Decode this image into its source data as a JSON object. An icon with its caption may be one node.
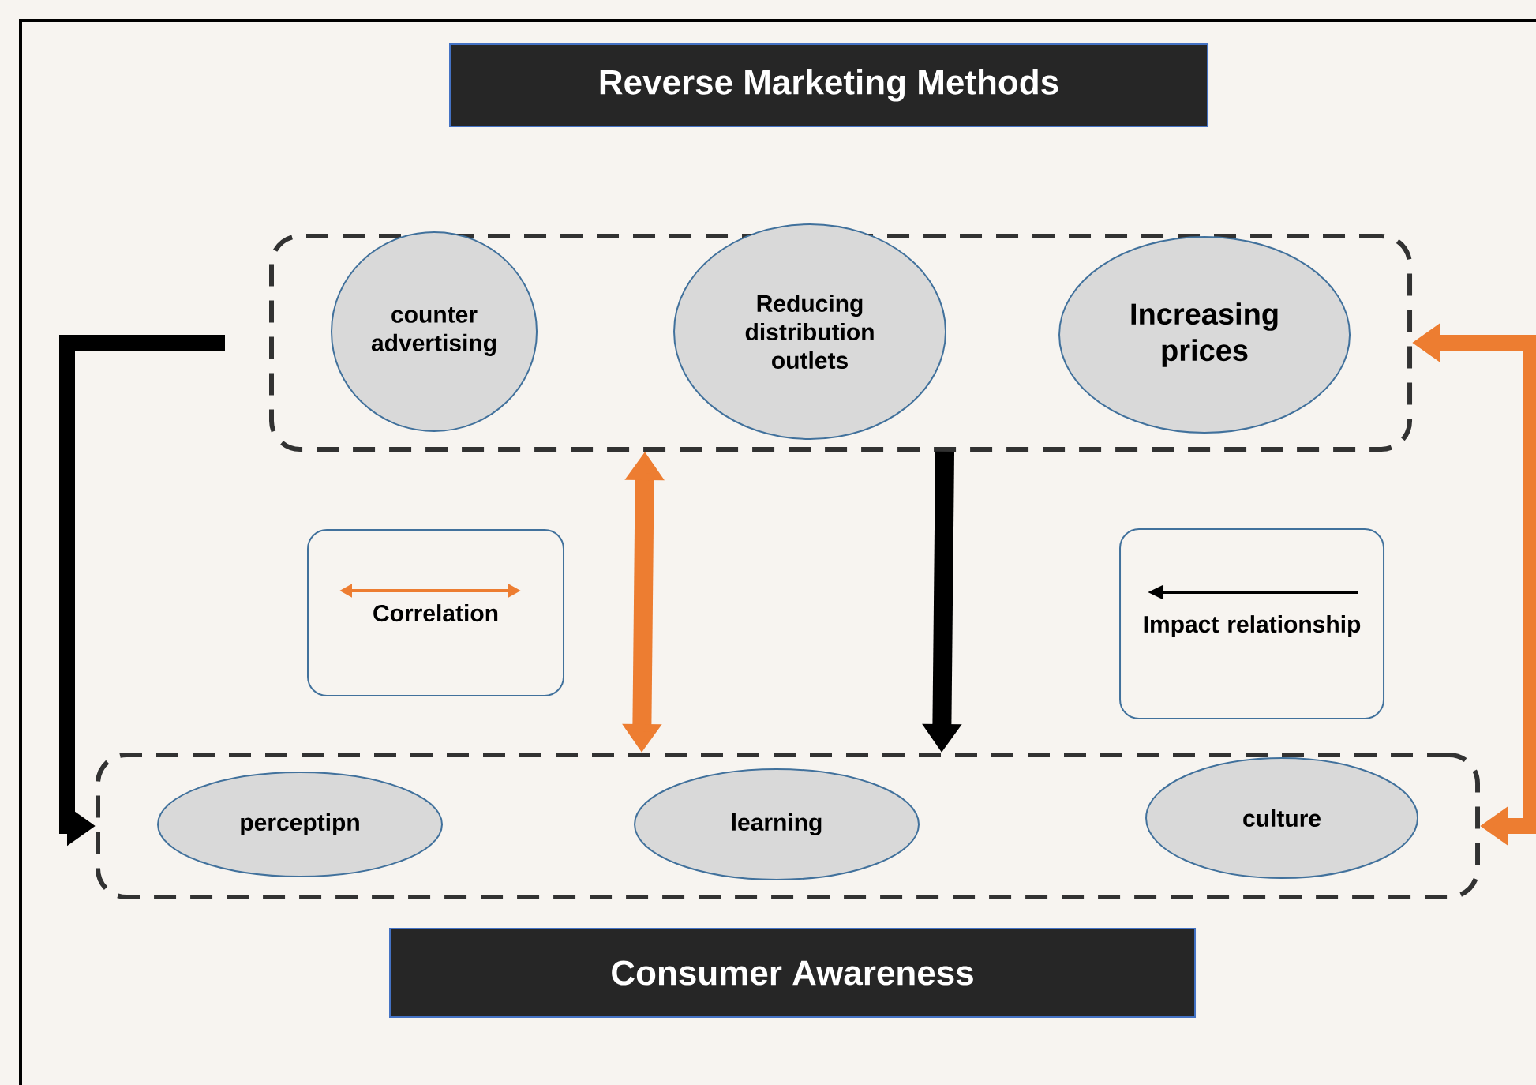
{
  "diagram": {
    "nodes": [
      {
        "text": [
          "Reverse Marketing Methods"
        ]
      },
      {
        "text": [],
        "shape": "box"
      },
      {
        "text": [
          "counter advertising"
        ],
        "in": 1
      },
      {
        "text": [
          "Reducing distribution outlets"
        ],
        "in": 1
      },
      {
        "text": [
          "Increasing prices"
        ],
        "in": 1
      },
      {
        "text": [
          "Correlation"
        ]
      },
      {
        "text": [
          "Impact relationship"
        ]
      },
      {
        "text": [],
        "shape": "box"
      },
      {
        "text": [
          "perceptipn"
        ],
        "in": 7
      },
      {
        "text": [
          "learning"
        ],
        "in": 7
      },
      {
        "text": [
          "culture"
        ],
        "in": 7
      },
      {
        "text": [
          "Consumer Awareness"
        ]
      }
    ],
    "edges": [
      {
        "from": 1,
        "to": 7,
        "arrow": "to",
        "color": "#000000"
      },
      {
        "from": 1,
        "to": 7,
        "arrow": "both",
        "color": "#ed7d31"
      },
      {
        "from": 1,
        "to": 7,
        "arrow": "both",
        "color": "#ed7d31"
      },
      {
        "from": 1,
        "to": 7,
        "arrow": "to",
        "color": "#000000"
      }
    ]
  }
}
